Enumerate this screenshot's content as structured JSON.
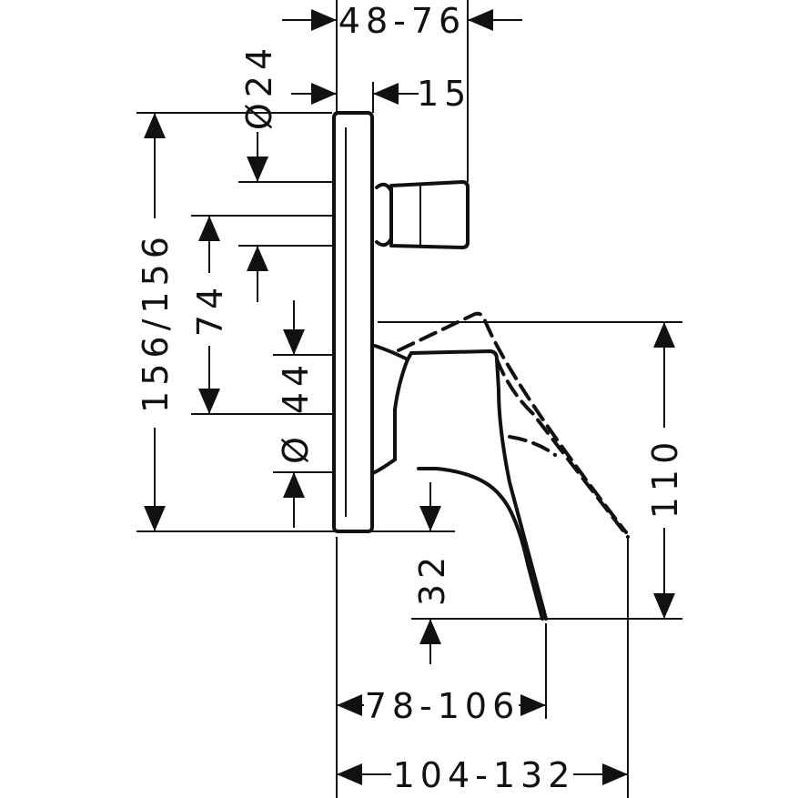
{
  "dimensions": {
    "d_48_76": "48-76",
    "d_dia24": "Ø24",
    "d_15": "15",
    "d_156": "156/156",
    "d_74": "74",
    "d_44": "44",
    "d_dia": "Ø",
    "d_32": "32",
    "d_110": "110",
    "d_78_106": "78-106",
    "d_104_132": "104-132"
  }
}
